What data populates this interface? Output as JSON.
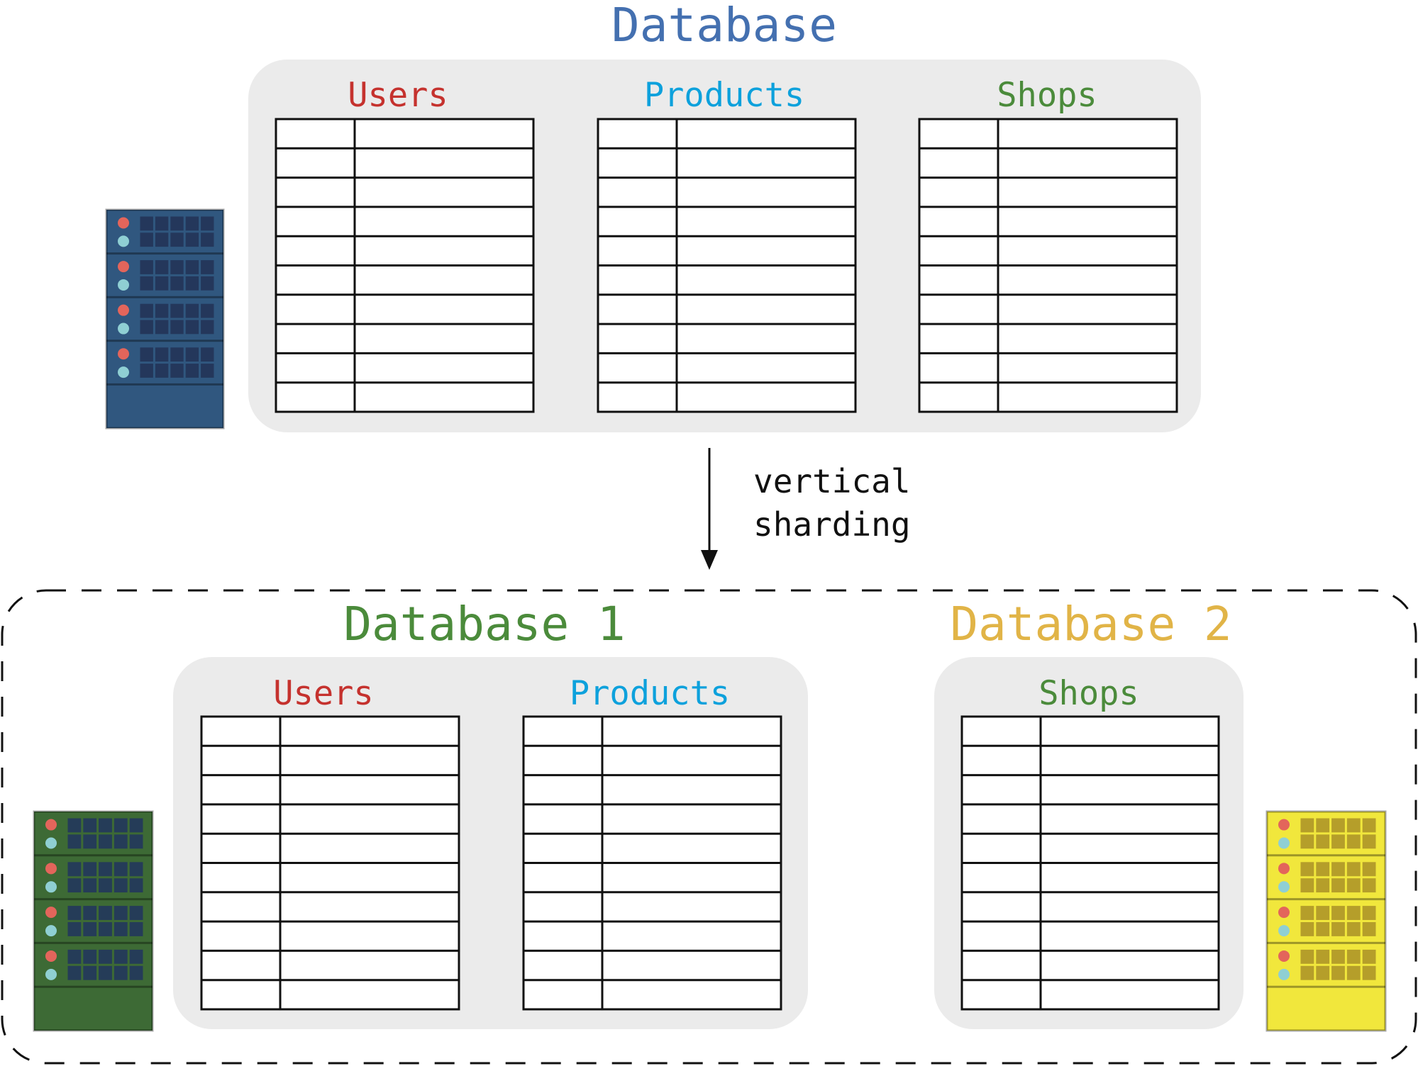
{
  "colors": {
    "db_title": "#4470b0",
    "users": "#c5322e",
    "products": "#0da1dc",
    "shops": "#4b8b3b",
    "db1_title": "#4b8b3b",
    "db2_title": "#e1b447",
    "panel": "#ebebeb",
    "arrow_text": "#111111"
  },
  "top": {
    "title": "Database",
    "tables": [
      {
        "label": "Users",
        "color_key": "users"
      },
      {
        "label": "Products",
        "color_key": "products"
      },
      {
        "label": "Shops",
        "color_key": "shops"
      }
    ]
  },
  "arrow": {
    "line1": "vertical",
    "line2": "sharding"
  },
  "bottom": {
    "db1": {
      "title": "Database 1",
      "tables": [
        {
          "label": "Users",
          "color_key": "users"
        },
        {
          "label": "Products",
          "color_key": "products"
        }
      ]
    },
    "db2": {
      "title": "Database 2",
      "tables": [
        {
          "label": "Shops",
          "color_key": "shops"
        }
      ]
    }
  },
  "servers": [
    {
      "name": "server-blue",
      "body": "#30577f",
      "cells": "#24375b"
    },
    {
      "name": "server-green",
      "body": "#3d6a35",
      "cells": "#253c58"
    },
    {
      "name": "server-yellow",
      "body": "#f1e73c",
      "cells": "#b59e2a"
    }
  ]
}
